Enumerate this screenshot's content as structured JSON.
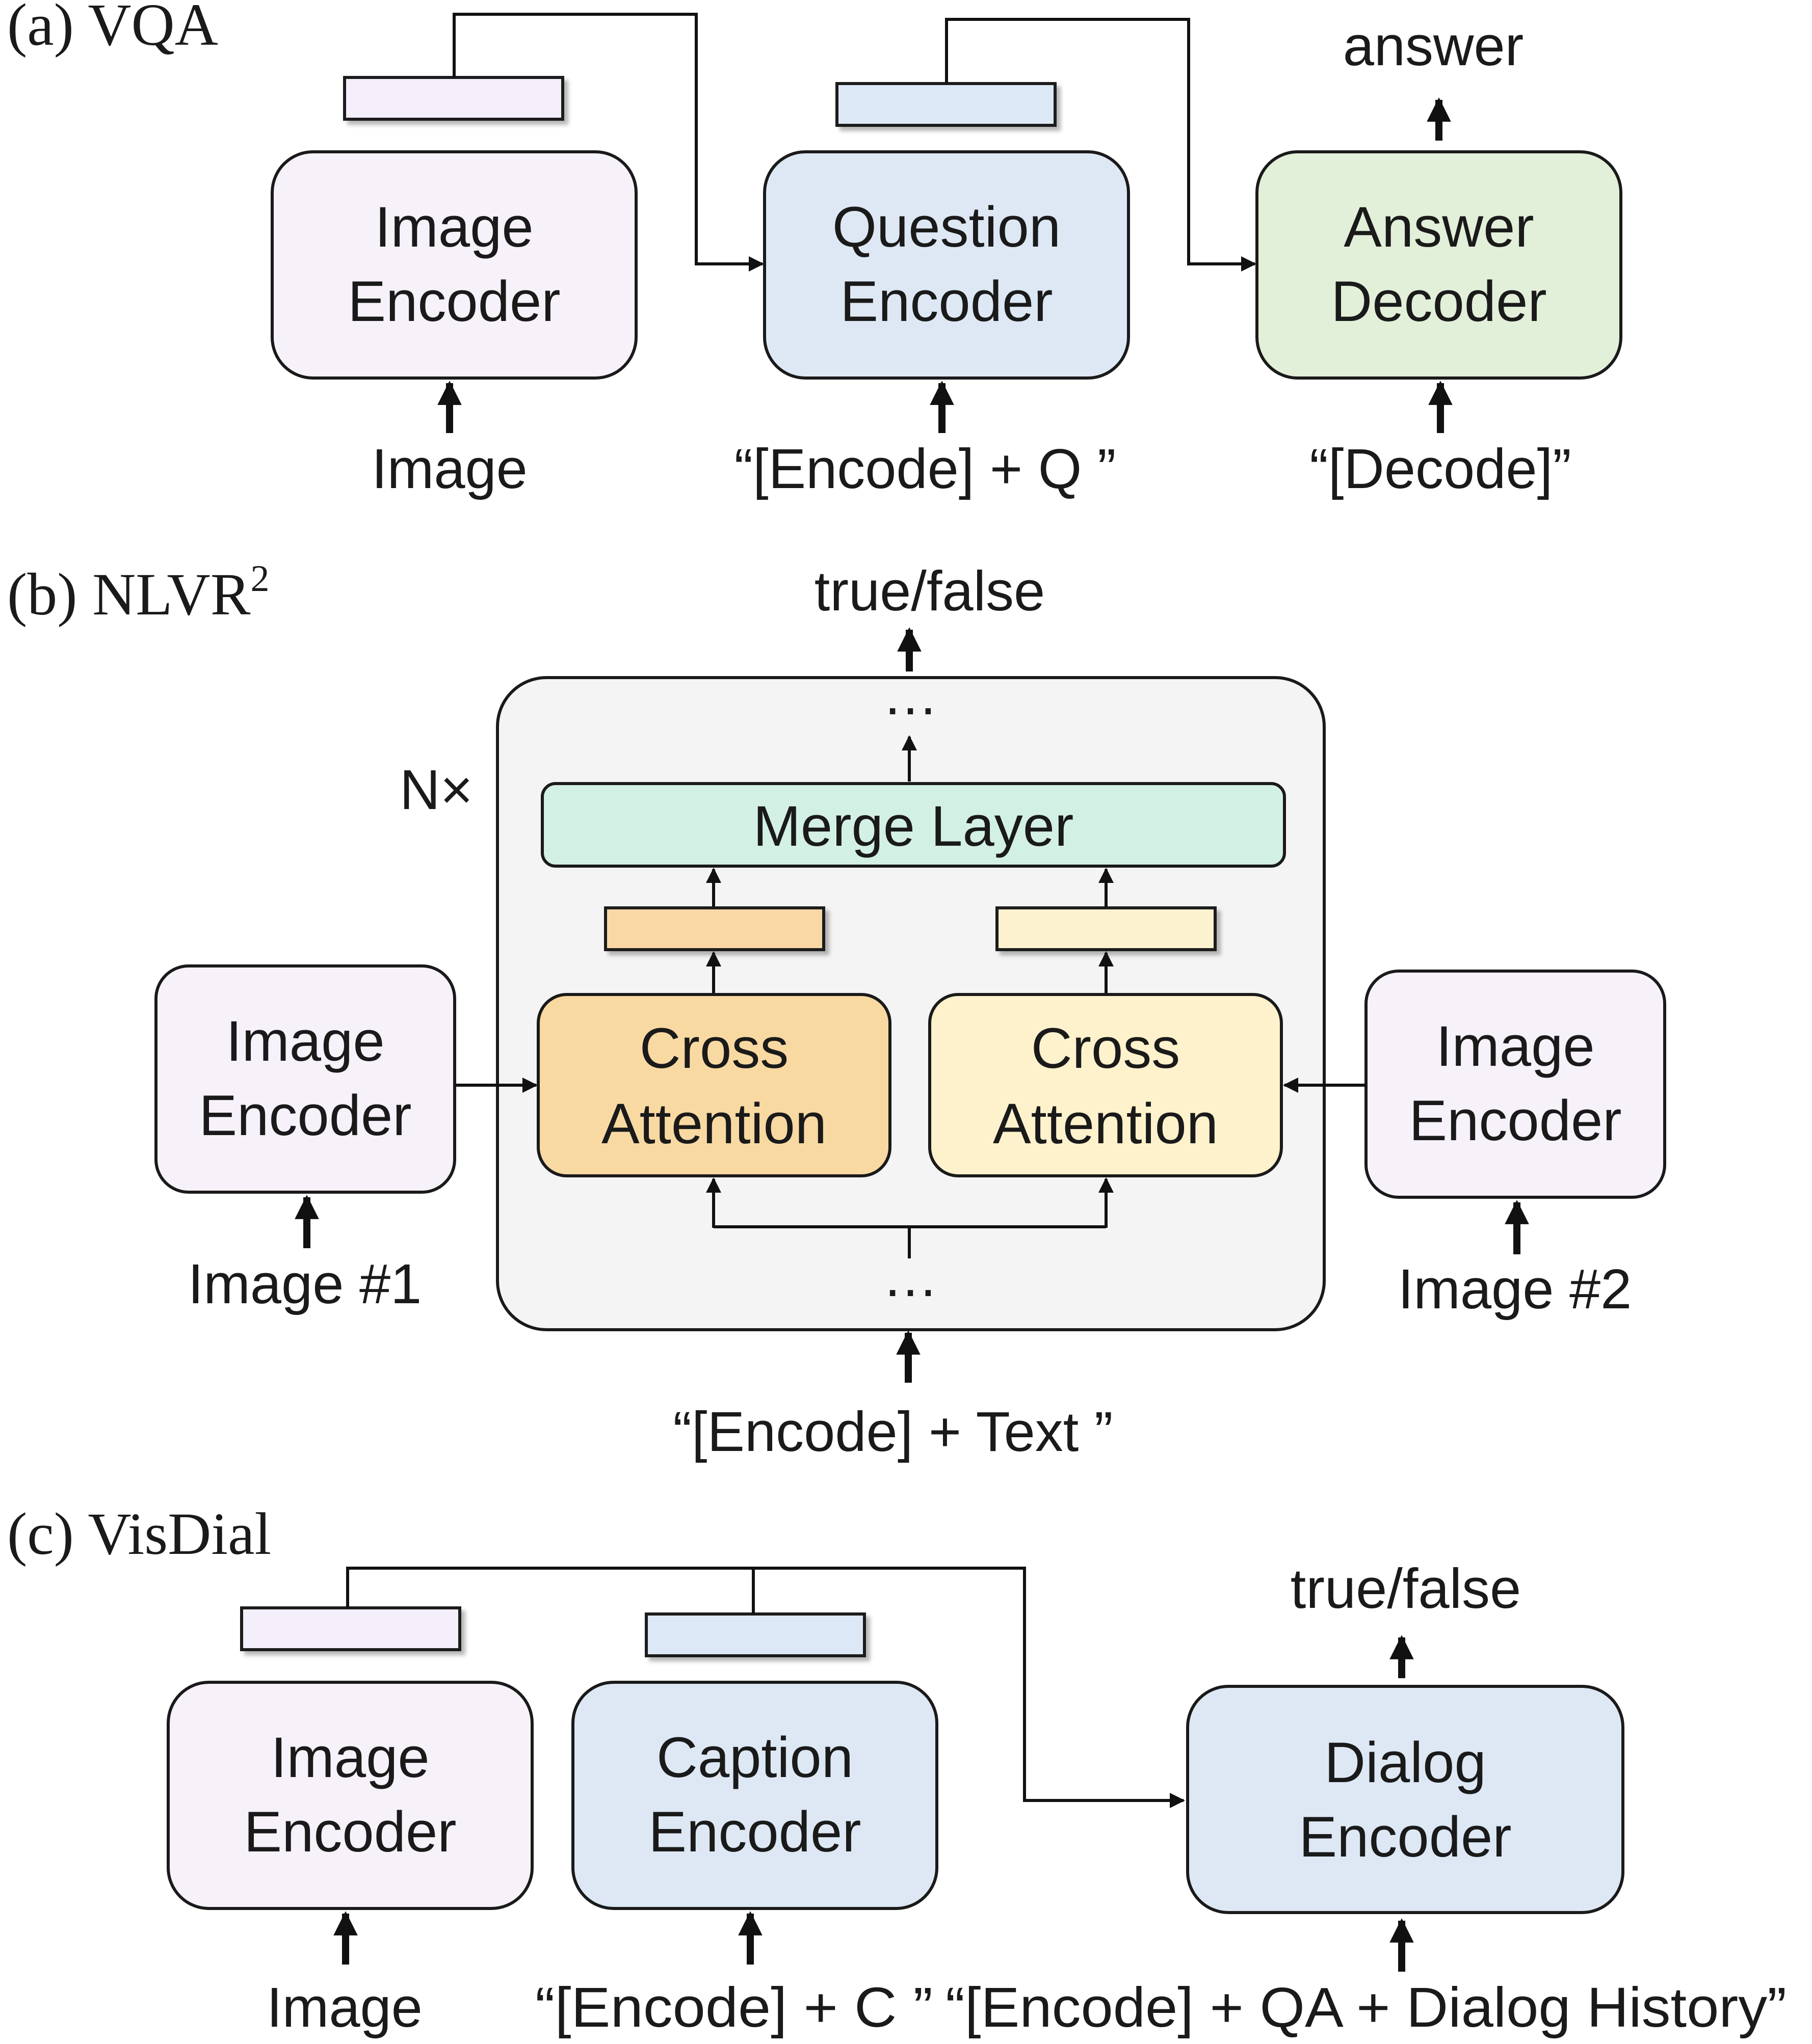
{
  "panels": {
    "vqa": {
      "title": "(a) VQA",
      "image_encoder": [
        "Image",
        "Encoder"
      ],
      "question_encoder": [
        "Question",
        "Encoder"
      ],
      "answer_decoder": [
        "Answer",
        "Decoder"
      ],
      "input_image": "Image",
      "input_question": "“[Encode] + Q ”",
      "input_decode": "“[Decode]”",
      "output": "answer"
    },
    "nlvr": {
      "title": "(b) NLVR",
      "title_sup": "2",
      "repeat_label": "N×",
      "ellipsis_top": "…",
      "ellipsis_bottom": "…",
      "merge_layer": "Merge Layer",
      "cross_attention_left": [
        "Cross",
        "Attention"
      ],
      "cross_attention_right": [
        "Cross",
        "Attention"
      ],
      "image_encoder_left": [
        "Image",
        "Encoder"
      ],
      "image_encoder_right": [
        "Image",
        "Encoder"
      ],
      "input_image_1": "Image #1",
      "input_image_2": "Image #2",
      "input_text": "“[Encode] + Text ”",
      "output": "true/false"
    },
    "visdial": {
      "title": "(c) VisDial",
      "image_encoder": [
        "Image",
        "Encoder"
      ],
      "caption_encoder": [
        "Caption",
        "Encoder"
      ],
      "dialog_encoder": [
        "Dialog",
        "Encoder"
      ],
      "input_image": "Image",
      "input_caption": "“[Encode] + C ”",
      "input_dialog": "“[Encode] + QA + Dialog History”",
      "output": "true/false"
    }
  },
  "colors": {
    "image_encoder_fill": "#f7f1f9",
    "text_encoder_fill": "#dde8f4",
    "decoder_fill": "#e2efd9",
    "merge_fill": "#d3f0e4",
    "cross_left_fill": "#f9d9a2",
    "cross_right_fill": "#fef2cc",
    "container_fill": "#f4f4f4",
    "feature_image": "#f5eefb",
    "feature_text": "#dde8f6",
    "feature_orange": "#fad8a6",
    "feature_yellow": "#fdf2cf",
    "stroke": "#1a1a1a"
  }
}
